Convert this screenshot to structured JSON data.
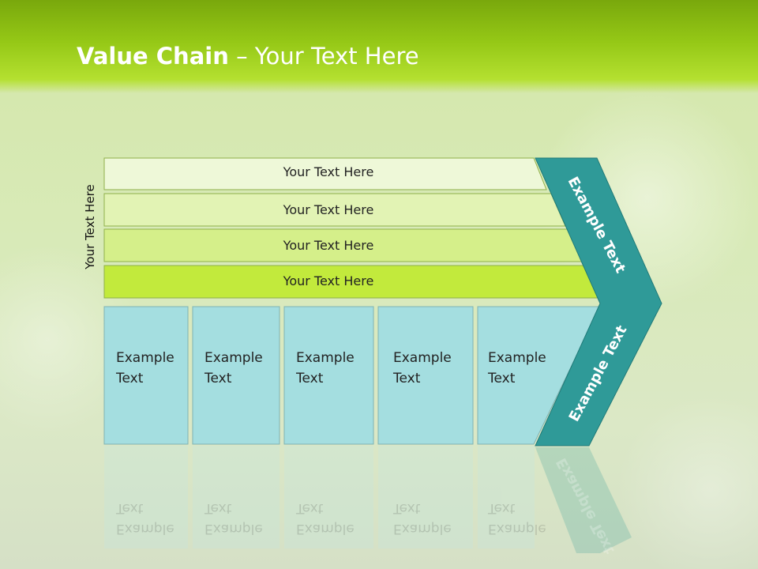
{
  "slide": {
    "title_bold": "Value Chain",
    "title_rest": " – Your Text Here",
    "vertical_label": "Your Text Here"
  },
  "rows": [
    {
      "label": "Your Text Here",
      "color": "#eef8d8"
    },
    {
      "label": "Your Text Here",
      "color": "#e2f3b4"
    },
    {
      "label": "Your Text Here",
      "color": "#d5ef8a"
    },
    {
      "label": "Your Text Here",
      "color": "#c2ea3c"
    }
  ],
  "boxes": [
    {
      "label_line1": "Example",
      "label_line2": "Text"
    },
    {
      "label_line1": "Example",
      "label_line2": "Text"
    },
    {
      "label_line1": "Example",
      "label_line2": "Text"
    },
    {
      "label_line1": "Example",
      "label_line2": "Text"
    },
    {
      "label_line1": "Example",
      "label_line2": "Text"
    }
  ],
  "chevron": {
    "upper_label": "Example Text",
    "lower_label": "Example Text",
    "color": "#2f9a98"
  },
  "colors": {
    "box_fill": "#a4dee0",
    "title_band": "#95c816"
  }
}
